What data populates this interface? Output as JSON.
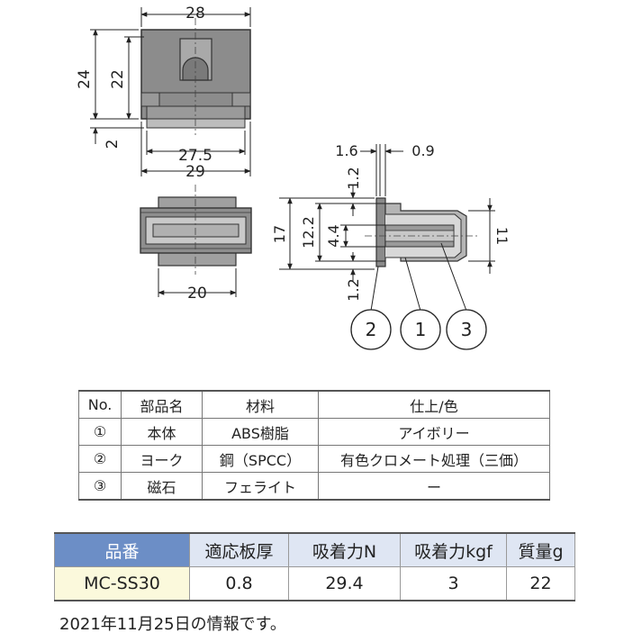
{
  "drawing": {
    "top_view": {
      "width_top": "28",
      "height_outer": "24",
      "height_inner": "22",
      "gap": "2",
      "width_inner": "27.5",
      "width_outer": "29"
    },
    "front_view": {
      "width": "20"
    },
    "side_view": {
      "t1": "1.6",
      "t2": "0.9",
      "d_top": "1.2",
      "d_bottom": "1.2",
      "h17": "17",
      "h12_2": "12.2",
      "h4_4": "4.4",
      "h11": "11"
    },
    "callouts": [
      "2",
      "1",
      "3"
    ]
  },
  "parts_table": {
    "headers": [
      "No.",
      "部品名",
      "材料",
      "仕上/色"
    ],
    "rows": [
      [
        "①",
        "本体",
        "ABS樹脂",
        "アイボリー"
      ],
      [
        "②",
        "ヨーク",
        "鋼（SPCC）",
        "有色クロメート処理（三価）"
      ],
      [
        "③",
        "磁石",
        "フェライト",
        "ー"
      ]
    ]
  },
  "spec_table": {
    "headers": [
      "品番",
      "適応板厚",
      "吸着力N",
      "吸着力kgf",
      "質量g"
    ],
    "row": [
      "MC-SS30",
      "0.8",
      "29.4",
      "3",
      "22"
    ]
  },
  "footnote": "2021年11月25日の情報です。"
}
